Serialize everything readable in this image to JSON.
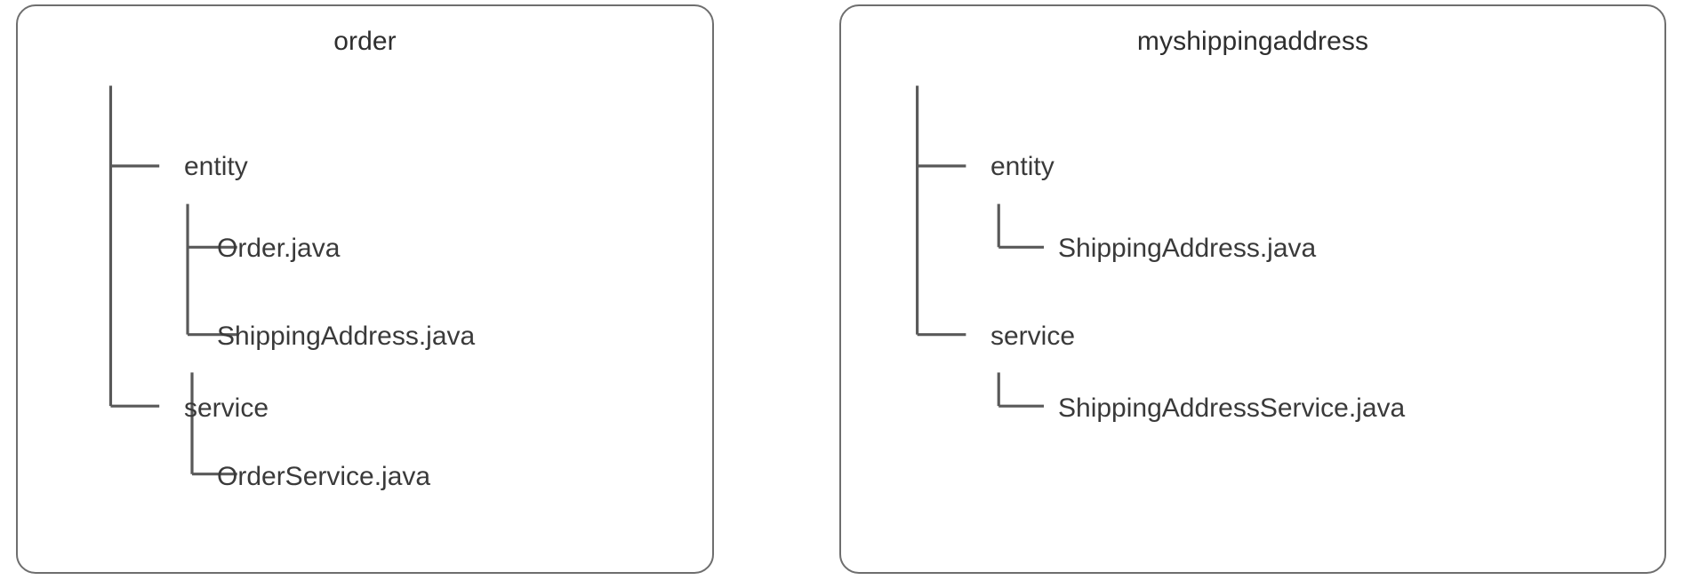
{
  "diagram": {
    "type": "package-tree",
    "colors": {
      "background": "#ffffff",
      "panel_border": "#6e6e6e",
      "tree_line": "#595959",
      "text": "#3a3a3a"
    },
    "panels": [
      {
        "id": "order",
        "title": "order",
        "tree": [
          {
            "name": "entity",
            "kind": "directory",
            "depth": 1,
            "children": [
              {
                "name": "Order.java",
                "kind": "file",
                "depth": 2
              },
              {
                "name": "ShippingAddress.java",
                "kind": "file",
                "depth": 2
              }
            ]
          },
          {
            "name": "service",
            "kind": "directory",
            "depth": 1,
            "children": [
              {
                "name": "OrderService.java",
                "kind": "file",
                "depth": 2
              }
            ]
          }
        ]
      },
      {
        "id": "myshippingaddress",
        "title": "myshippingaddress",
        "tree": [
          {
            "name": "entity",
            "kind": "directory",
            "depth": 1,
            "children": [
              {
                "name": "ShippingAddress.java",
                "kind": "file",
                "depth": 2
              }
            ]
          },
          {
            "name": "service",
            "kind": "directory",
            "depth": 1,
            "children": [
              {
                "name": "ShippingAddressService.java",
                "kind": "file",
                "depth": 2
              }
            ]
          }
        ]
      }
    ]
  },
  "left": {
    "title": "order",
    "nodes": {
      "entity": "entity",
      "order_java": "Order.java",
      "shipping_address_java": "ShippingAddress.java",
      "service": "service",
      "order_service_java": "OrderService.java"
    }
  },
  "right": {
    "title": "myshippingaddress",
    "nodes": {
      "entity": "entity",
      "shipping_address_java": "ShippingAddress.java",
      "service": "service",
      "shipping_address_service_java": "ShippingAddressService.java"
    }
  }
}
